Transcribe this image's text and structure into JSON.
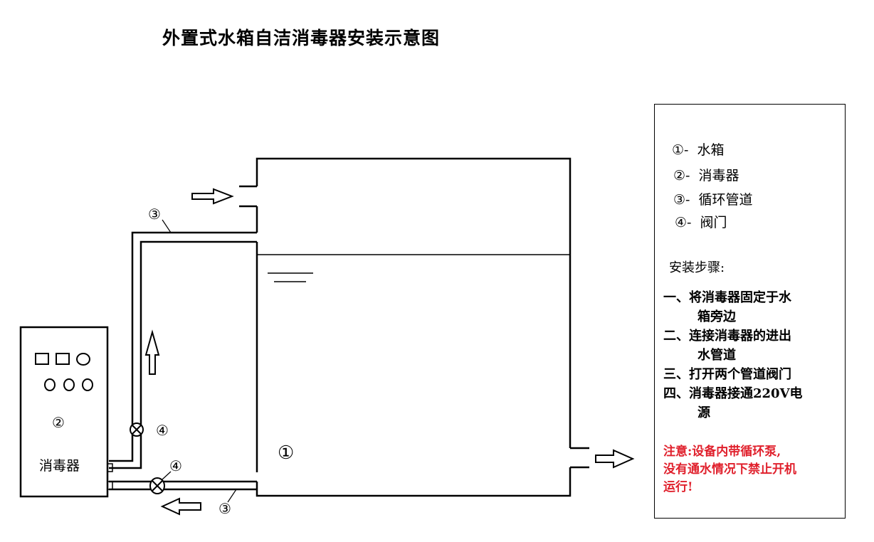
{
  "title": "外置式水箱自洁消毒器安装示意图",
  "callouts": {
    "pipe_top": "③",
    "pipe_bottom": "③",
    "valve_upper": "④",
    "valve_lower": "④",
    "tank": "①",
    "disinfector": "②"
  },
  "disinfector_label": "消毒器",
  "legend": {
    "items": [
      {
        "num": "①-",
        "text": "水箱"
      },
      {
        "num": "②-",
        "text": "消毒器"
      },
      {
        "num": "③-",
        "text": "循环管道"
      },
      {
        "num": "④-",
        "text": "阀门"
      }
    ],
    "steps_title": "安装步骤:",
    "steps": [
      {
        "line1": "一、将消毒器固定于水",
        "line2": "箱旁边"
      },
      {
        "line1": "二、连接消毒器的进出",
        "line2": "水管道"
      },
      {
        "line1": "三、打开两个管道阀门",
        "line2": ""
      },
      {
        "line1": "四、消毒器接通220V电",
        "line2": "源"
      }
    ],
    "note": [
      "注意:设备内带循环泵,",
      "没有通水情况下禁止开机",
      "运行!"
    ],
    "note_color": "#e0202c"
  }
}
